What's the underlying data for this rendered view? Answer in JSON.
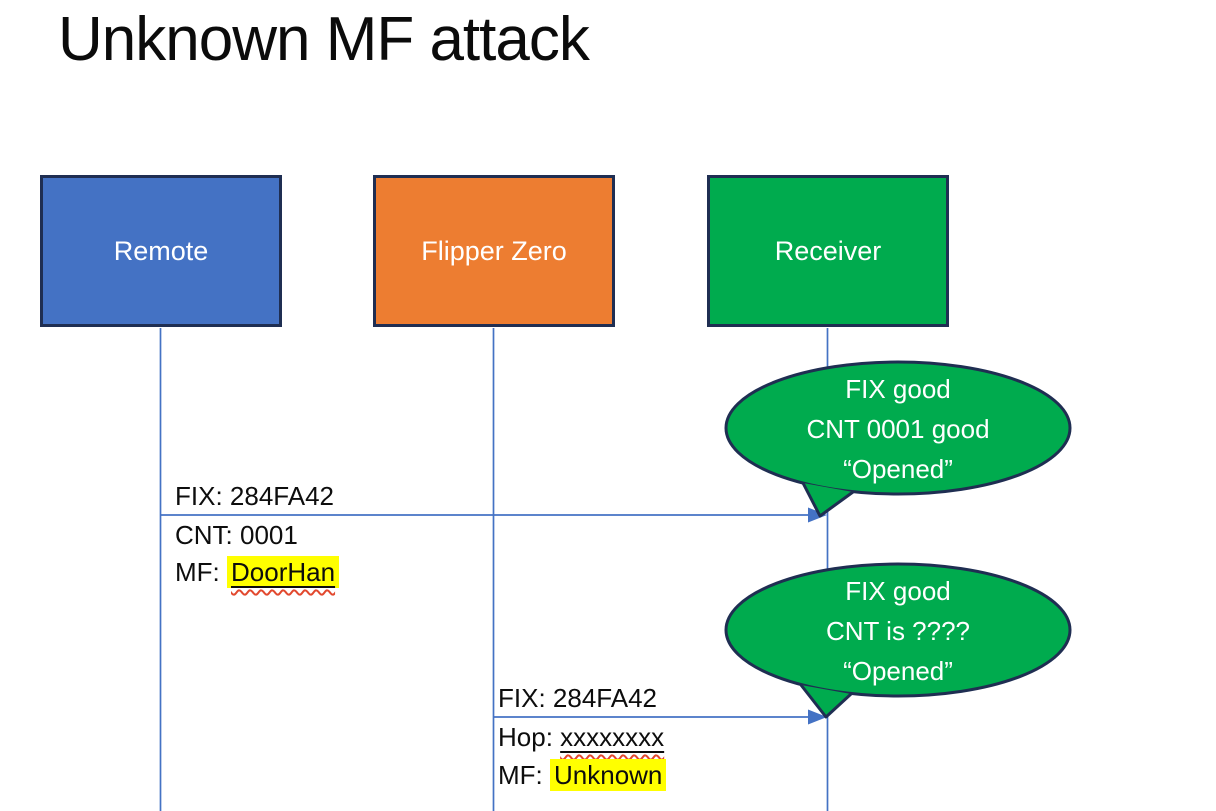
{
  "title": "Unknown MF attack",
  "actors": {
    "remote": {
      "label": "Remote",
      "fill": "#4472C4"
    },
    "flipper": {
      "label": "Flipper Zero",
      "fill": "#ED7D31"
    },
    "receiver": {
      "label": "Receiver",
      "fill": "#00AB4E"
    }
  },
  "messages": {
    "m1": {
      "above": "FIX: 284FA42",
      "below1": "CNT: 0001",
      "below2_label": "MF: ",
      "below2_value": "DoorHan"
    },
    "m2": {
      "above": "FIX: 284FA42",
      "below1_label": "Hop: ",
      "below1_value": "xxxxxxxx",
      "below2_label": "MF: ",
      "below2_value": "Unknown"
    }
  },
  "callouts": {
    "c1": {
      "line1": "FIX good",
      "line2": "CNT 0001 good",
      "line3": "“Opened”"
    },
    "c2": {
      "line1": "FIX good",
      "line2": "CNT is ????",
      "line3": "“Opened”"
    }
  },
  "colors": {
    "actor_remote": "#4472C4",
    "actor_flipper": "#ED7D31",
    "actor_receiver": "#00AB4E",
    "callout_fill": "#00AB4E",
    "shape_outline": "#1F2E52",
    "connector_blue": "#4472C4",
    "highlight_yellow": "#FFFF00",
    "squiggle_red": "#E2492F",
    "label_text": "#0d0d0d",
    "box_text": "#FFFFFF"
  }
}
